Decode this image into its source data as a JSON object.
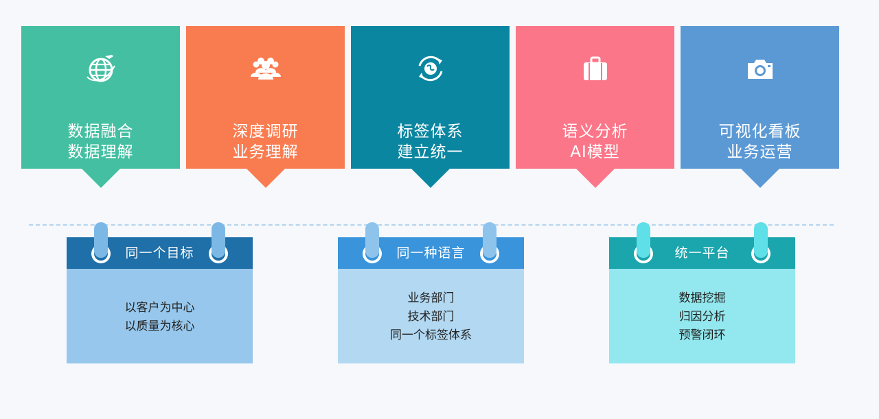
{
  "top_cards": [
    {
      "icon": "globe-plane-icon",
      "line1": "数据融合",
      "line2": "数据理解",
      "color": "#44bfa1"
    },
    {
      "icon": "people-group-icon",
      "line1": "深度调研",
      "line2": "业务理解",
      "color": "#f97c51"
    },
    {
      "icon": "globe-refresh-icon",
      "line1": "标签体系",
      "line2": "建立统一",
      "color": "#0b86a0"
    },
    {
      "icon": "suitcase-icon",
      "line1": "语义分析",
      "line2": "AI模型",
      "color": "#fb7688"
    },
    {
      "icon": "camera-icon",
      "line1": "可视化看板",
      "line2": "业务运营",
      "color": "#5b99d5"
    }
  ],
  "calendar_cards": [
    {
      "title": "同一个目标",
      "lines": [
        "以客户为中心",
        "以质量为核心"
      ],
      "header_color": "#1f6fa8",
      "body_color": "#97c7ec"
    },
    {
      "title": "同一种语言",
      "lines": [
        "业务部门",
        "技术部门",
        "同一个标签体系"
      ],
      "header_color": "#3a94db",
      "body_color": "#b2d8f2"
    },
    {
      "title": "统一平台",
      "lines": [
        "数据挖掘",
        "归因分析",
        "预警闭环"
      ],
      "header_color": "#1ba5ad",
      "body_color": "#92e8ee"
    }
  ]
}
